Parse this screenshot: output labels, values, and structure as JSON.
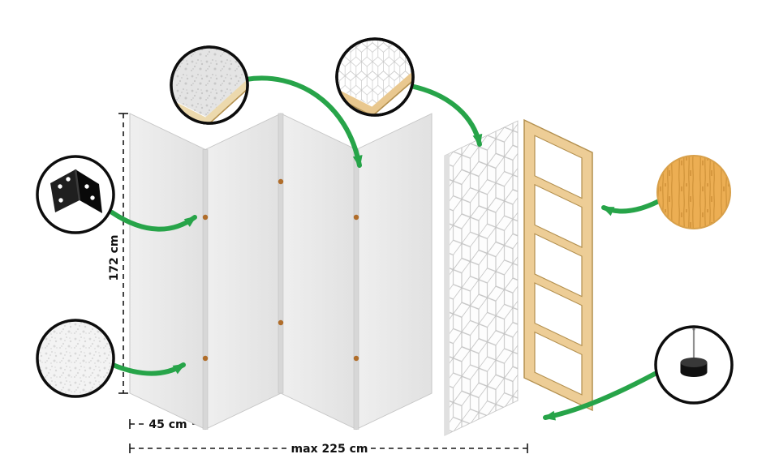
{
  "diagram": {
    "name": "Folding screen (room divider) construction diagram",
    "dimensions": {
      "height_label": "172 cm",
      "panel_width_label": "45 cm",
      "total_width_label": "max 225 cm"
    },
    "panels": {
      "count": 5,
      "folding": "accordion"
    },
    "callouts": [
      {
        "id": "frame-corner-detail",
        "icon": "frame-corner-detail-icon",
        "points_to": "panel-top-junction"
      },
      {
        "id": "print-corner-detail",
        "icon": "print-corner-detail-icon",
        "points_to": "printed-panel-top"
      },
      {
        "id": "hinge-detail",
        "icon": "hinge-icon",
        "points_to": "panel-junction-hinge"
      },
      {
        "id": "fabric-texture-detail",
        "icon": "fabric-texture-icon",
        "points_to": "panel-surface"
      },
      {
        "id": "wood-material-detail",
        "icon": "wood-texture-icon",
        "points_to": "wooden-frame"
      },
      {
        "id": "foot-detail",
        "icon": "stabilizing-foot-icon",
        "points_to": "frame-bottom"
      }
    ],
    "colors": {
      "arrow_green": "#27a449",
      "panel_gray": "#e8e8e8",
      "wood_light": "#edcd96",
      "wood_outline": "#b3904f",
      "hinge_dot": "#b06d2a",
      "outline_black": "#111111"
    }
  }
}
